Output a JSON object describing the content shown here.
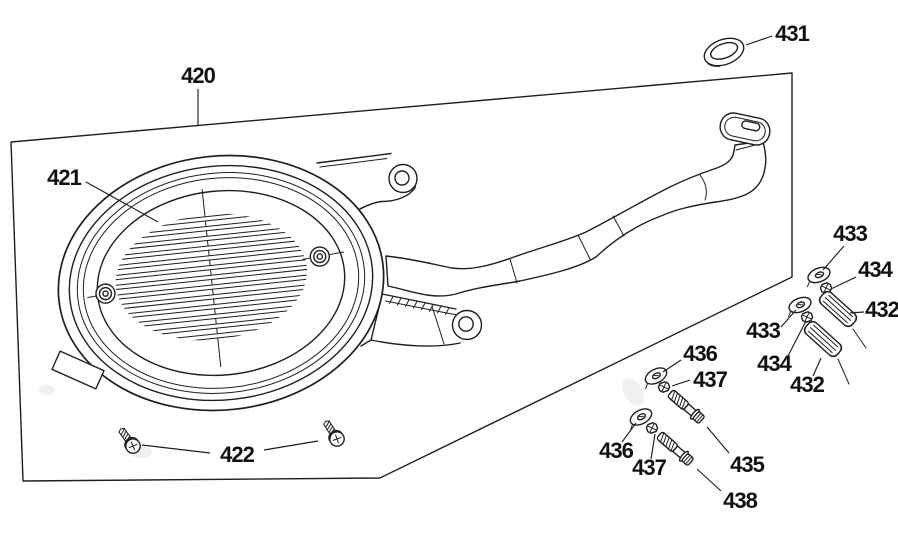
{
  "figure": {
    "type": "exploded-parts-line-drawing",
    "background_color": "#ffffff",
    "line_color": "#1f1f1f",
    "label_color": "#111111"
  },
  "callouts": {
    "c420": {
      "text": "420"
    },
    "c421": {
      "text": "421"
    },
    "c422": {
      "text": "422"
    },
    "c431": {
      "text": "431"
    },
    "c432a": {
      "text": "432"
    },
    "c432b": {
      "text": "432"
    },
    "c433a": {
      "text": "433"
    },
    "c433b": {
      "text": "433"
    },
    "c434a": {
      "text": "434"
    },
    "c434b": {
      "text": "434"
    },
    "c435": {
      "text": "435"
    },
    "c436a": {
      "text": "436"
    },
    "c436b": {
      "text": "436"
    },
    "c437a": {
      "text": "437"
    },
    "c437b": {
      "text": "437"
    },
    "c438": {
      "text": "438"
    }
  }
}
